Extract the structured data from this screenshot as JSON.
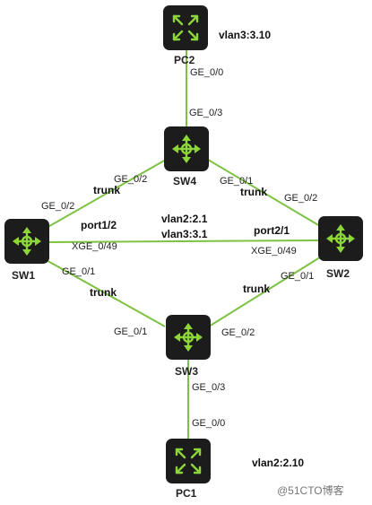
{
  "nodes": {
    "pc2": {
      "label": "PC2",
      "icon": "router-icon"
    },
    "sw4": {
      "label": "SW4",
      "icon": "switch-icon"
    },
    "sw1": {
      "label": "SW1",
      "icon": "switch-icon"
    },
    "sw2": {
      "label": "SW2",
      "icon": "switch-icon"
    },
    "sw3": {
      "label": "SW3",
      "icon": "switch-icon"
    },
    "pc1": {
      "label": "PC1",
      "icon": "router-icon"
    }
  },
  "addresses": {
    "pc2": "vlan3:3.10",
    "pc1": "vlan2:2.10",
    "center_vlan2": "vlan2:2.1",
    "center_vlan3": "vlan3:3.1"
  },
  "ports": {
    "pc2_ge00": "GE_0/0",
    "sw4_ge03": "GE_0/3",
    "sw4_ge02": "GE_0/2",
    "sw4_ge01": "GE_0/1",
    "sw1_ge02": "GE_0/2",
    "sw1_ge01": "GE_0/1",
    "sw1_xge049": "XGE_0/49",
    "sw2_ge02": "GE_0/2",
    "sw2_ge01": "GE_0/1",
    "sw2_xge049": "XGE_0/49",
    "sw3_ge01": "GE_0/1",
    "sw3_ge02": "GE_0/2",
    "sw3_ge03": "GE_0/3",
    "pc1_ge00": "GE_0/0"
  },
  "link_labels": {
    "trunk_sw1_sw4": "trunk",
    "trunk_sw4_sw2": "trunk",
    "trunk_sw1_sw3": "trunk",
    "trunk_sw2_sw3": "trunk",
    "port_sw1": "port1/2",
    "port_sw2": "port2/1"
  },
  "watermark": "@51CTO博客",
  "colors": {
    "link": "#7dc242",
    "icon_bg": "#1c1c1c",
    "icon_glyph": "#8cd63a"
  }
}
